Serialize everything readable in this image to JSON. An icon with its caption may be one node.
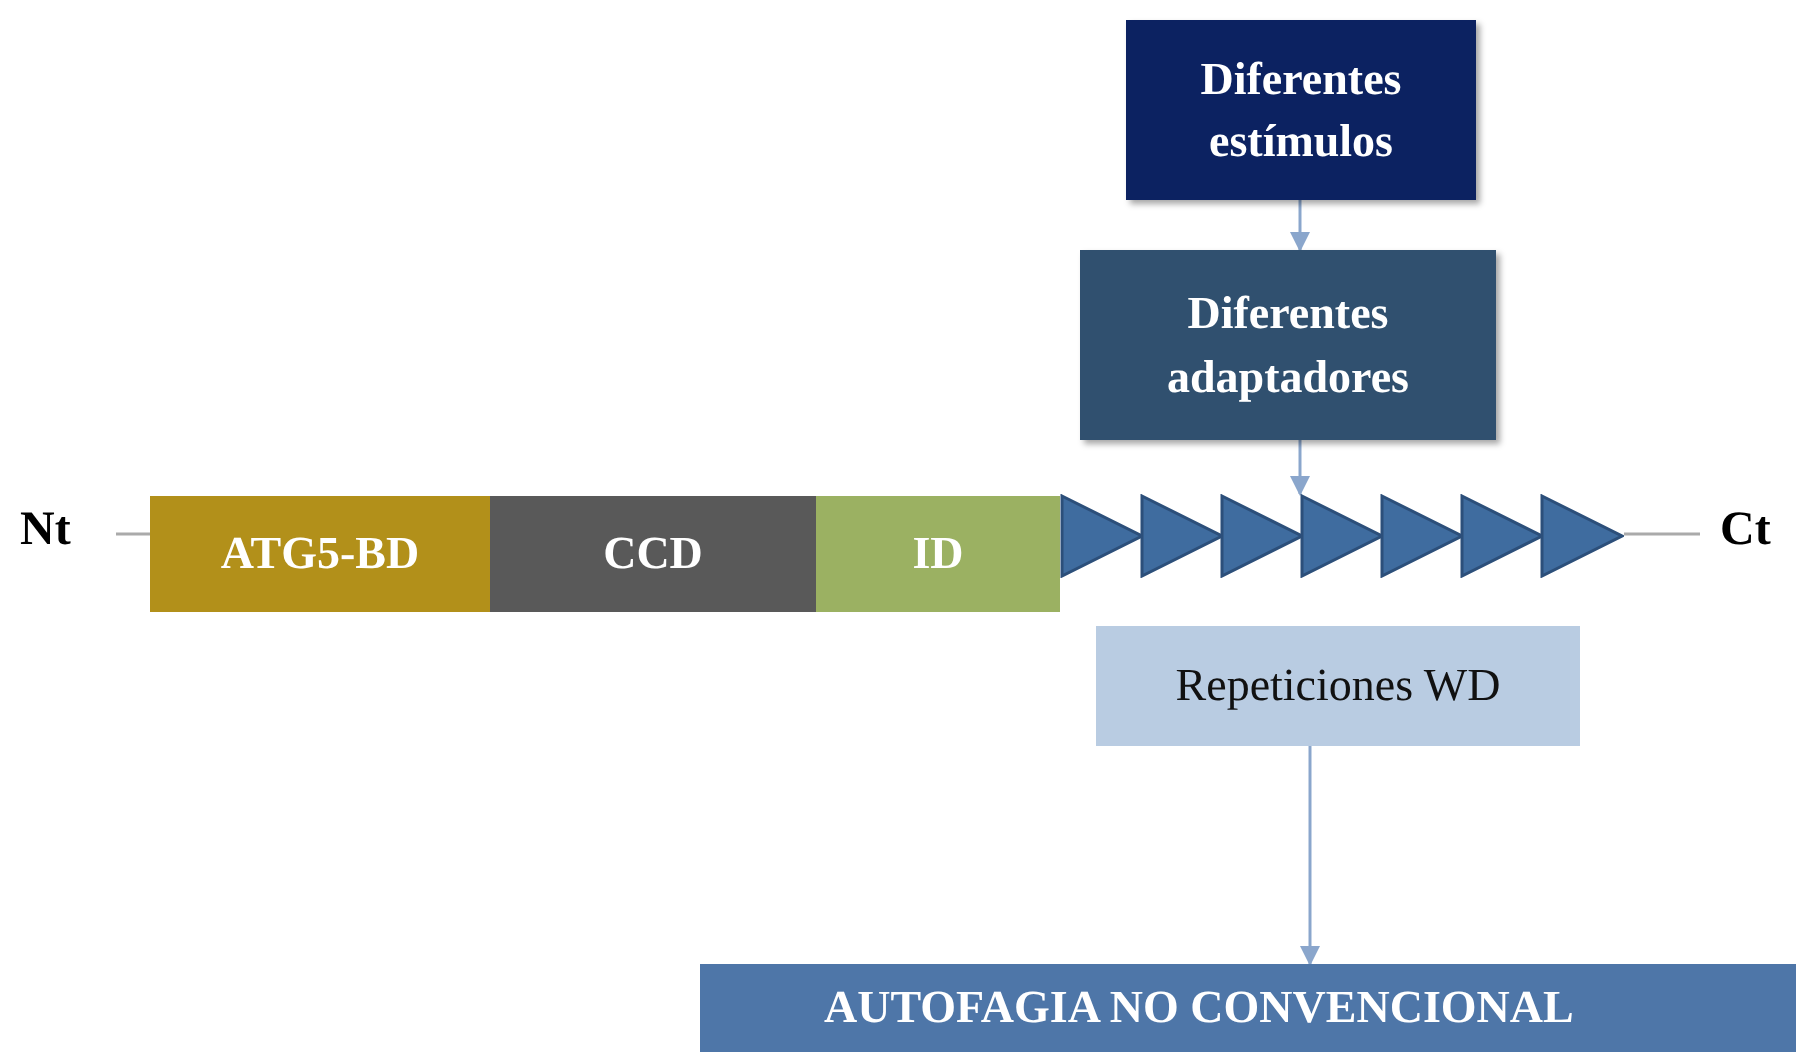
{
  "diagram": {
    "nodes": [
      {
        "text": [
          "Diferentes estímulos"
        ]
      },
      {
        "text": [
          "Diferentes adaptadores"
        ]
      },
      {
        "text": [
          "ATG5-BD"
        ]
      },
      {
        "text": [
          "CCD"
        ]
      },
      {
        "text": [
          "ID"
        ]
      },
      {
        "text": [],
        "shape": "triangle"
      },
      {
        "text": [],
        "shape": "triangle"
      },
      {
        "text": [],
        "shape": "triangle"
      },
      {
        "text": [],
        "shape": "triangle"
      },
      {
        "text": [],
        "shape": "triangle"
      },
      {
        "text": [],
        "shape": "triangle"
      },
      {
        "text": [],
        "shape": "triangle"
      },
      {
        "text": [
          "Repeticiones WD"
        ]
      },
      {
        "text": [
          "AUTOFAGIA NO CONVENCIONAL"
        ]
      }
    ],
    "edges": [
      {
        "from": 0,
        "to": 1,
        "arrow": "to"
      },
      {
        "from": 1,
        "to": 8,
        "arrow": "to"
      },
      {
        "from": 12,
        "to": 13,
        "arrow": "to"
      }
    ],
    "labels": [
      "Nt",
      "Ct"
    ]
  }
}
